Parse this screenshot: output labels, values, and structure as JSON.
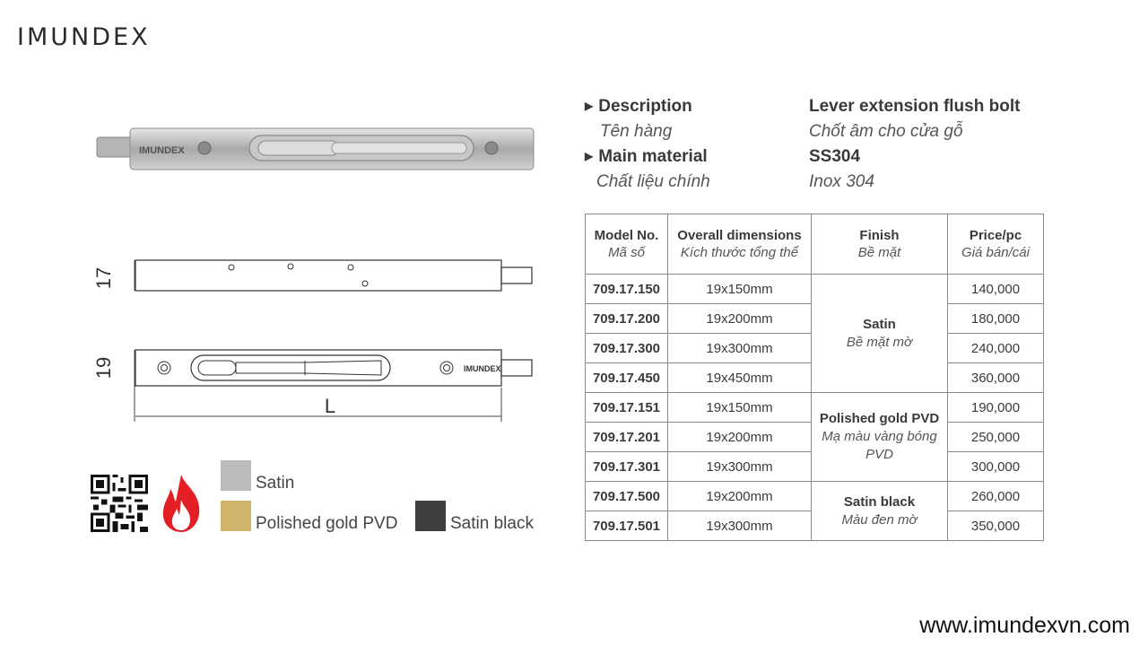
{
  "brand": {
    "logo": "IMUNDEX"
  },
  "drawing": {
    "height_side": "17",
    "height_front": "19",
    "length_label": "L",
    "plate_brand": "IMUNDEX"
  },
  "attributes": {
    "description_label": "Description",
    "description_sub": "Tên hàng",
    "description_value": "Lever extension flush bolt",
    "description_value_sub": "Chốt âm cho cửa gỗ",
    "material_label": "Main material",
    "material_sub": "Chất liệu chính",
    "material_value": "SS304",
    "material_value_sub": "Inox 304"
  },
  "table": {
    "headers": [
      {
        "title": "Model No.",
        "sub": "Mã số"
      },
      {
        "title": "Overall dimensions",
        "sub": "Kích thước tổng thể"
      },
      {
        "title": "Finish",
        "sub": "Bề mặt"
      },
      {
        "title": "Price/pc",
        "sub": "Giá bán/cái"
      }
    ],
    "rows": [
      {
        "model": "709.17.150",
        "dimension": "19x150mm",
        "price": "140,000"
      },
      {
        "model": "709.17.200",
        "dimension": "19x200mm",
        "price": "180,000"
      },
      {
        "model": "709.17.300",
        "dimension": "19x300mm",
        "price": "240,000"
      },
      {
        "model": "709.17.450",
        "dimension": "19x450mm",
        "price": "360,000"
      },
      {
        "model": "709.17.151",
        "dimension": "19x150mm",
        "price": "190,000"
      },
      {
        "model": "709.17.201",
        "dimension": "19x200mm",
        "price": "250,000"
      },
      {
        "model": "709.17.301",
        "dimension": "19x300mm",
        "price": "300,000"
      },
      {
        "model": "709.17.500",
        "dimension": "19x200mm",
        "price": "260,000"
      },
      {
        "model": "709.17.501",
        "dimension": "19x300mm",
        "price": "350,000"
      }
    ],
    "finishes": [
      {
        "name": "Satin",
        "sub": "Bề mặt mờ"
      },
      {
        "name": "Polished gold PVD",
        "sub": "Mạ màu vàng bóng PVD"
      },
      {
        "name": "Satin black",
        "sub": "Màu đen mờ"
      }
    ]
  },
  "swatches": [
    {
      "label": "Satin",
      "color": "#bcbcbc"
    },
    {
      "label": "Polished gold PVD",
      "color": "#cdb46a"
    },
    {
      "label": "Satin black",
      "color": "#3f3f3f"
    }
  ],
  "icons": {
    "qr": "qr-code-icon",
    "fire": "fire-rated-icon"
  },
  "footer": {
    "website": "www.imundexvn.com"
  }
}
